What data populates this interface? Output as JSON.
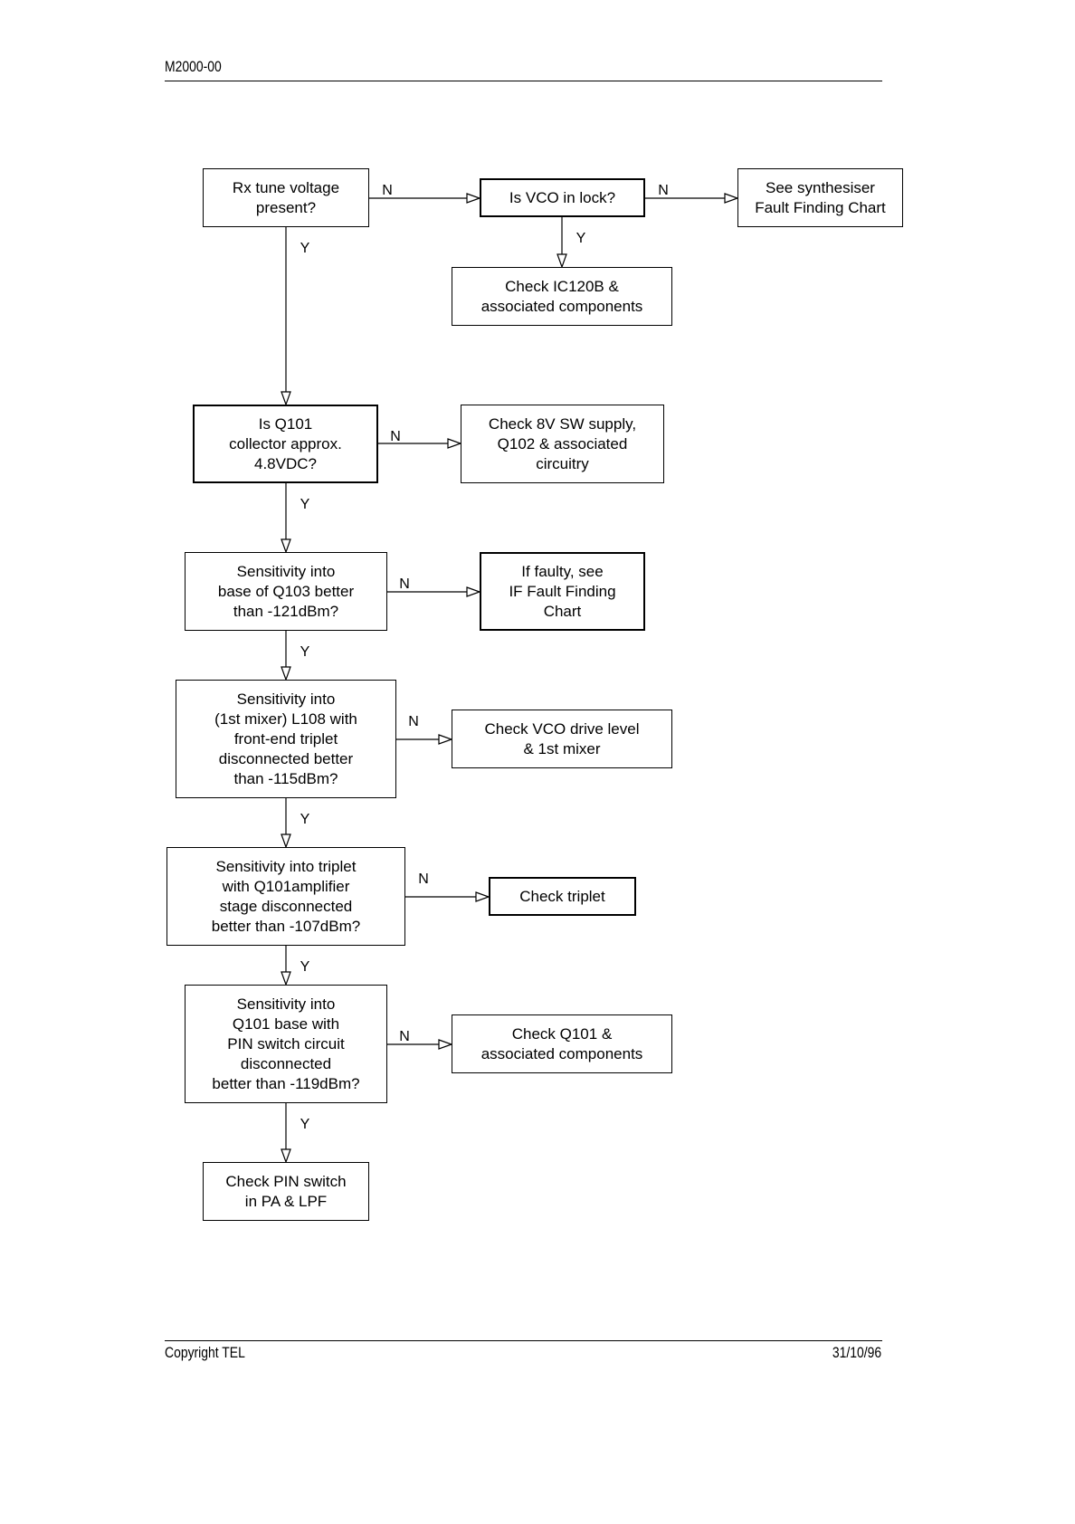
{
  "header": {
    "doc_id": "M2000-00"
  },
  "footer": {
    "copyright": "Copyright TEL",
    "date": "31/10/96"
  },
  "flowchart": {
    "nodes": [
      {
        "lines": [
          "Rx tune voltage",
          "present?"
        ]
      },
      {
        "lines": [
          "Is VCO in lock?"
        ]
      },
      {
        "lines": [
          "See synthesiser",
          "Fault Finding Chart"
        ]
      },
      {
        "lines": [
          "Check IC120B &",
          "associated components"
        ]
      },
      {
        "lines": [
          "Is Q101",
          "collector approx.",
          "4.8VDC?"
        ]
      },
      {
        "lines": [
          "Check 8V SW supply,",
          "Q102 & associated",
          "circuitry"
        ]
      },
      {
        "lines": [
          "Sensitivity into",
          "base of Q103 better",
          "than -121dBm?"
        ]
      },
      {
        "lines": [
          "If faulty, see",
          "IF Fault Finding",
          "Chart"
        ]
      },
      {
        "lines": [
          "Sensitivity into",
          "(1st mixer) L108 with",
          "front-end triplet",
          "disconnected better",
          "than -115dBm?"
        ]
      },
      {
        "lines": [
          "Check VCO drive level",
          "& 1st mixer"
        ]
      },
      {
        "lines": [
          "Sensitivity into triplet",
          "with Q101amplifier",
          "stage disconnected",
          "better than -107dBm?"
        ]
      },
      {
        "lines": [
          "Check triplet"
        ]
      },
      {
        "lines": [
          "Sensitivity into",
          "Q101 base with",
          "PIN switch circuit",
          "disconnected",
          "better than -119dBm?"
        ]
      },
      {
        "lines": [
          "Check Q101 &",
          "associated components"
        ]
      },
      {
        "lines": [
          "Check PIN switch",
          "in PA & LPF"
        ]
      }
    ],
    "edges": [
      {
        "from": 0,
        "to": 1,
        "label": "N"
      },
      {
        "from": 1,
        "to": 2,
        "label": "N"
      },
      {
        "from": 1,
        "to": 3,
        "label": "Y"
      },
      {
        "from": 0,
        "to": 4,
        "label": "Y"
      },
      {
        "from": 4,
        "to": 5,
        "label": "N"
      },
      {
        "from": 4,
        "to": 6,
        "label": "Y"
      },
      {
        "from": 6,
        "to": 7,
        "label": "N"
      },
      {
        "from": 6,
        "to": 8,
        "label": "Y"
      },
      {
        "from": 8,
        "to": 9,
        "label": "N"
      },
      {
        "from": 8,
        "to": 10,
        "label": "Y"
      },
      {
        "from": 10,
        "to": 11,
        "label": "N"
      },
      {
        "from": 10,
        "to": 12,
        "label": "Y"
      },
      {
        "from": 12,
        "to": 13,
        "label": "N"
      },
      {
        "from": 12,
        "to": 14,
        "label": "Y"
      }
    ]
  }
}
